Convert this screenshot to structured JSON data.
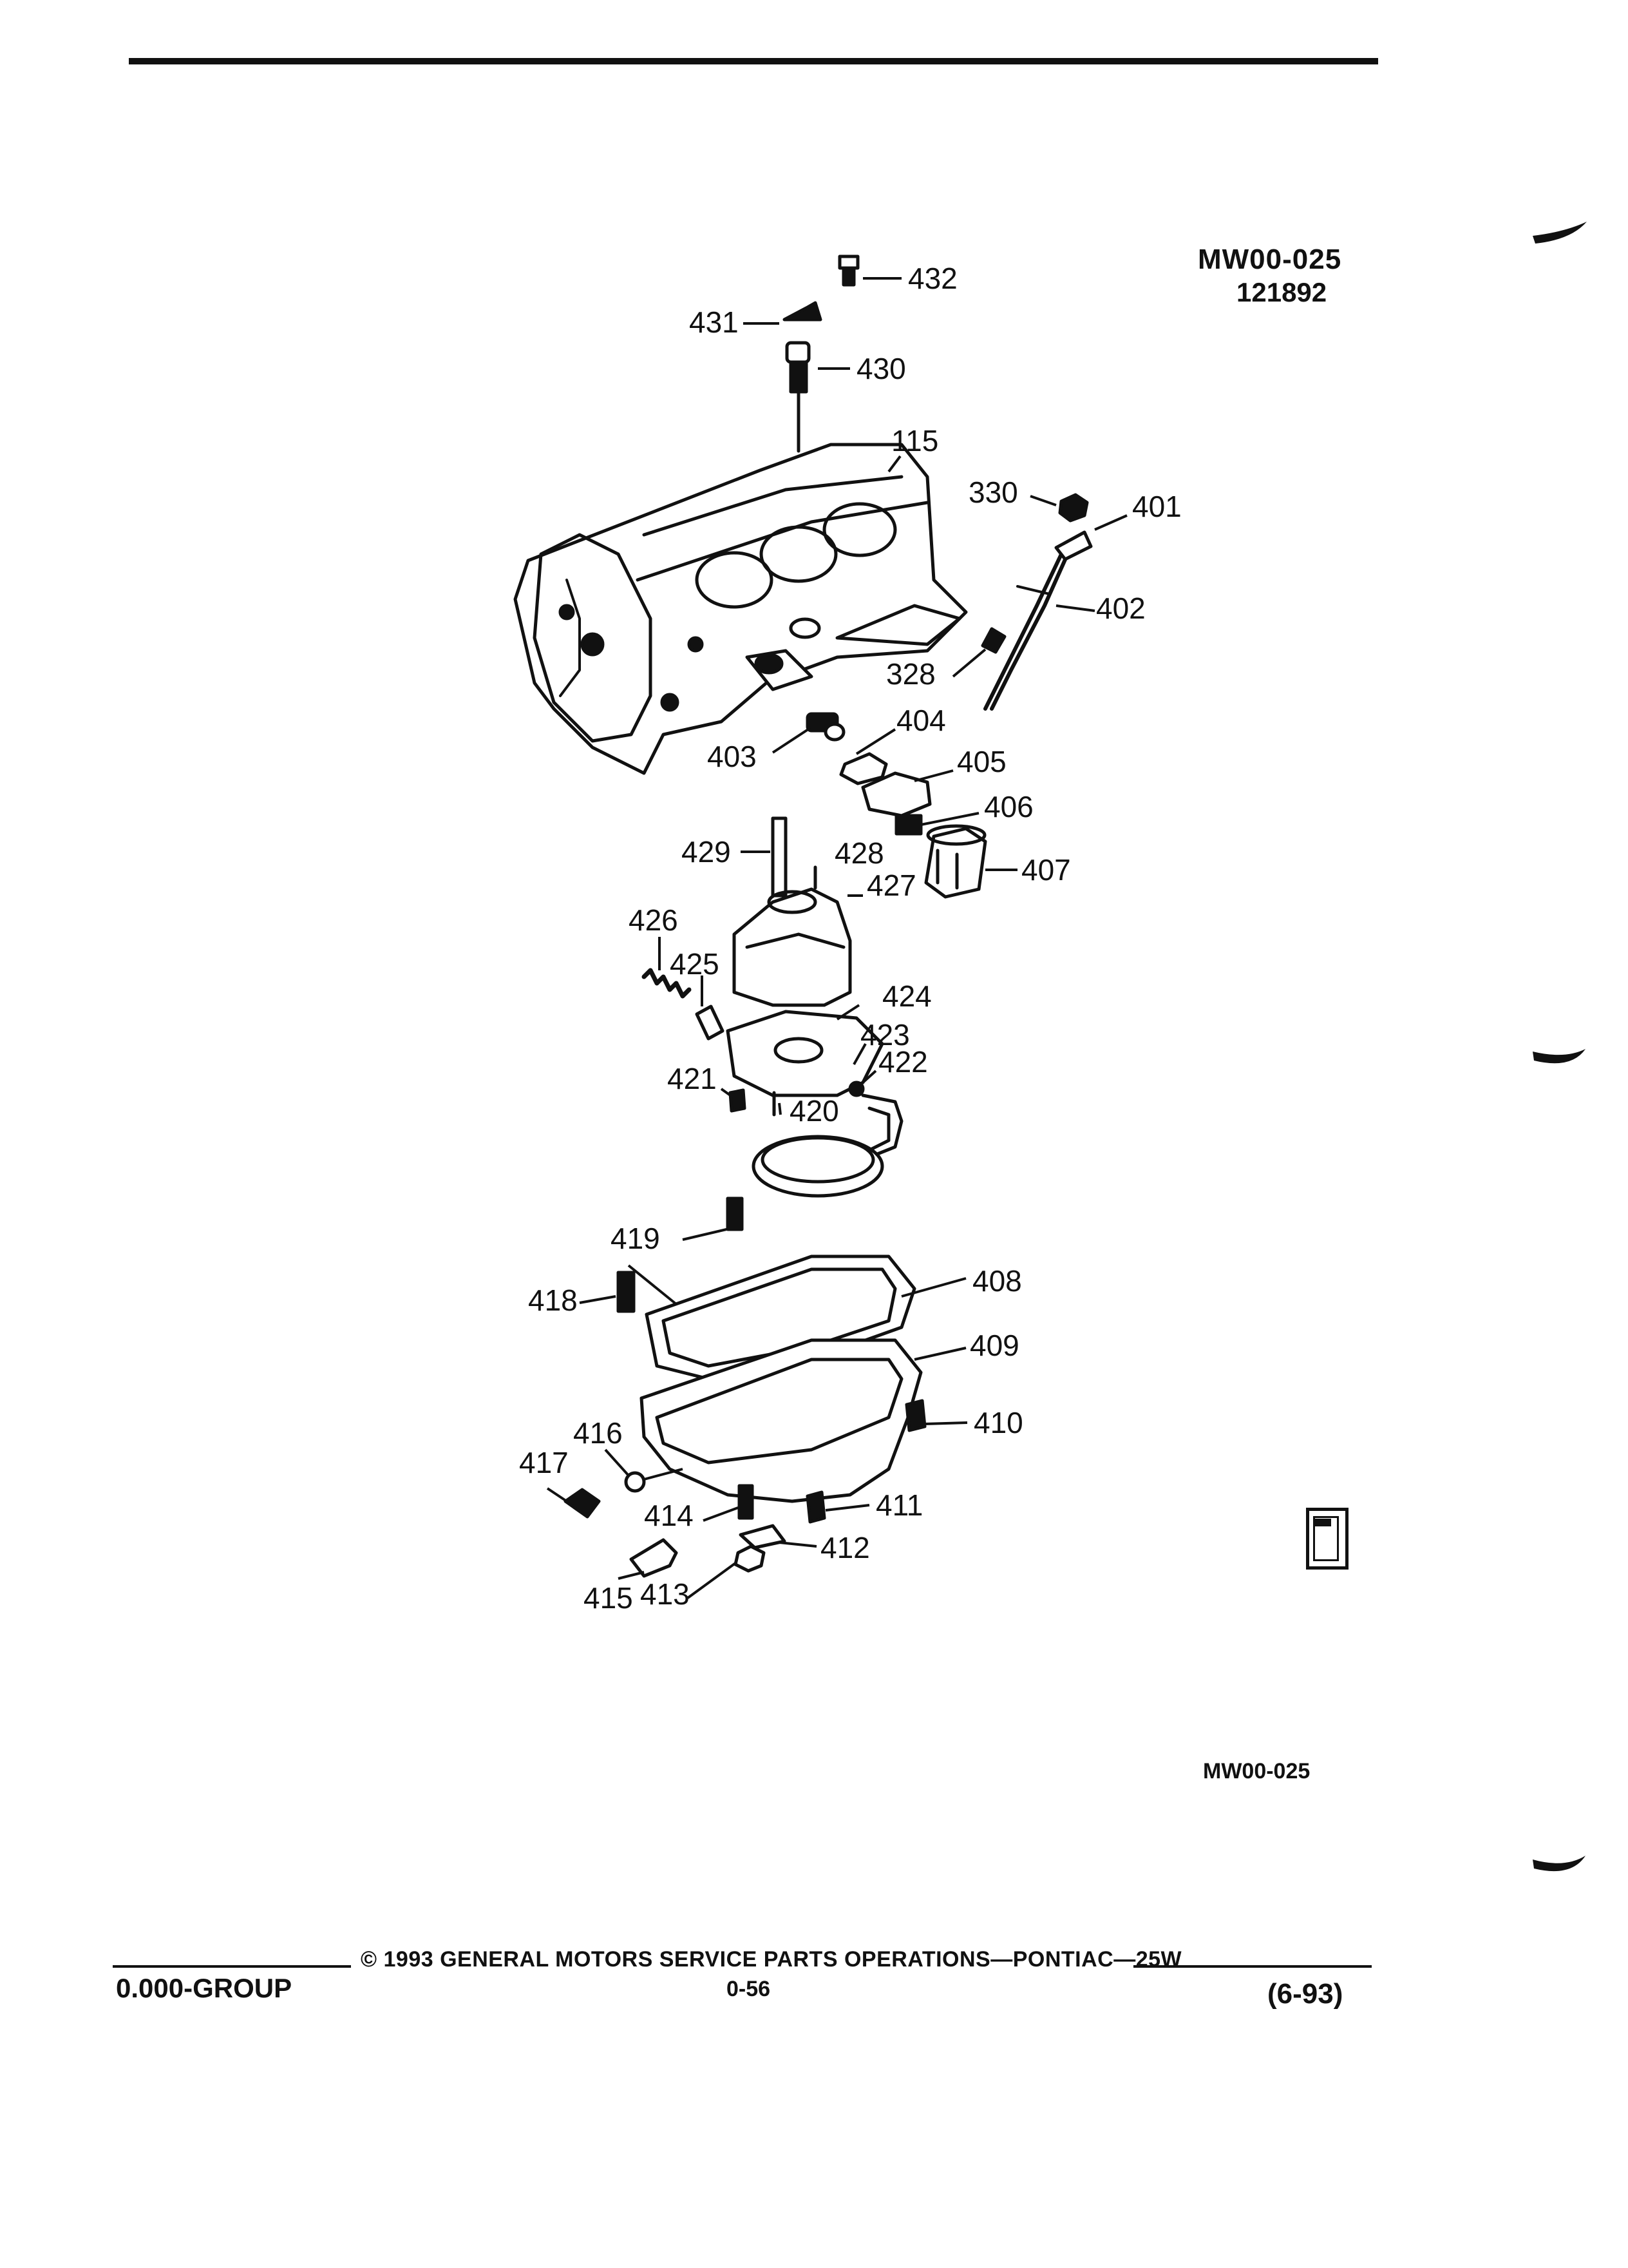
{
  "header": {
    "ref_code": "MW00-025",
    "ref_date": "121892"
  },
  "diagram": {
    "callouts": [
      "432",
      "431",
      "430",
      "115",
      "330",
      "401",
      "402",
      "328",
      "404",
      "403",
      "405",
      "406",
      "407",
      "429",
      "428",
      "427",
      "426",
      "425",
      "424",
      "423",
      "422",
      "421",
      "420",
      "419",
      "408",
      "418",
      "409",
      "410",
      "416",
      "417",
      "414",
      "411",
      "412",
      "415",
      "413"
    ]
  },
  "figure_code": "MW00-025",
  "footer": {
    "copyright": "© 1993 GENERAL MOTORS SERVICE PARTS OPERATIONS—PONTIAC—25W",
    "group": "0.000-GROUP",
    "page": "0-56",
    "revision": "(6-93)"
  }
}
